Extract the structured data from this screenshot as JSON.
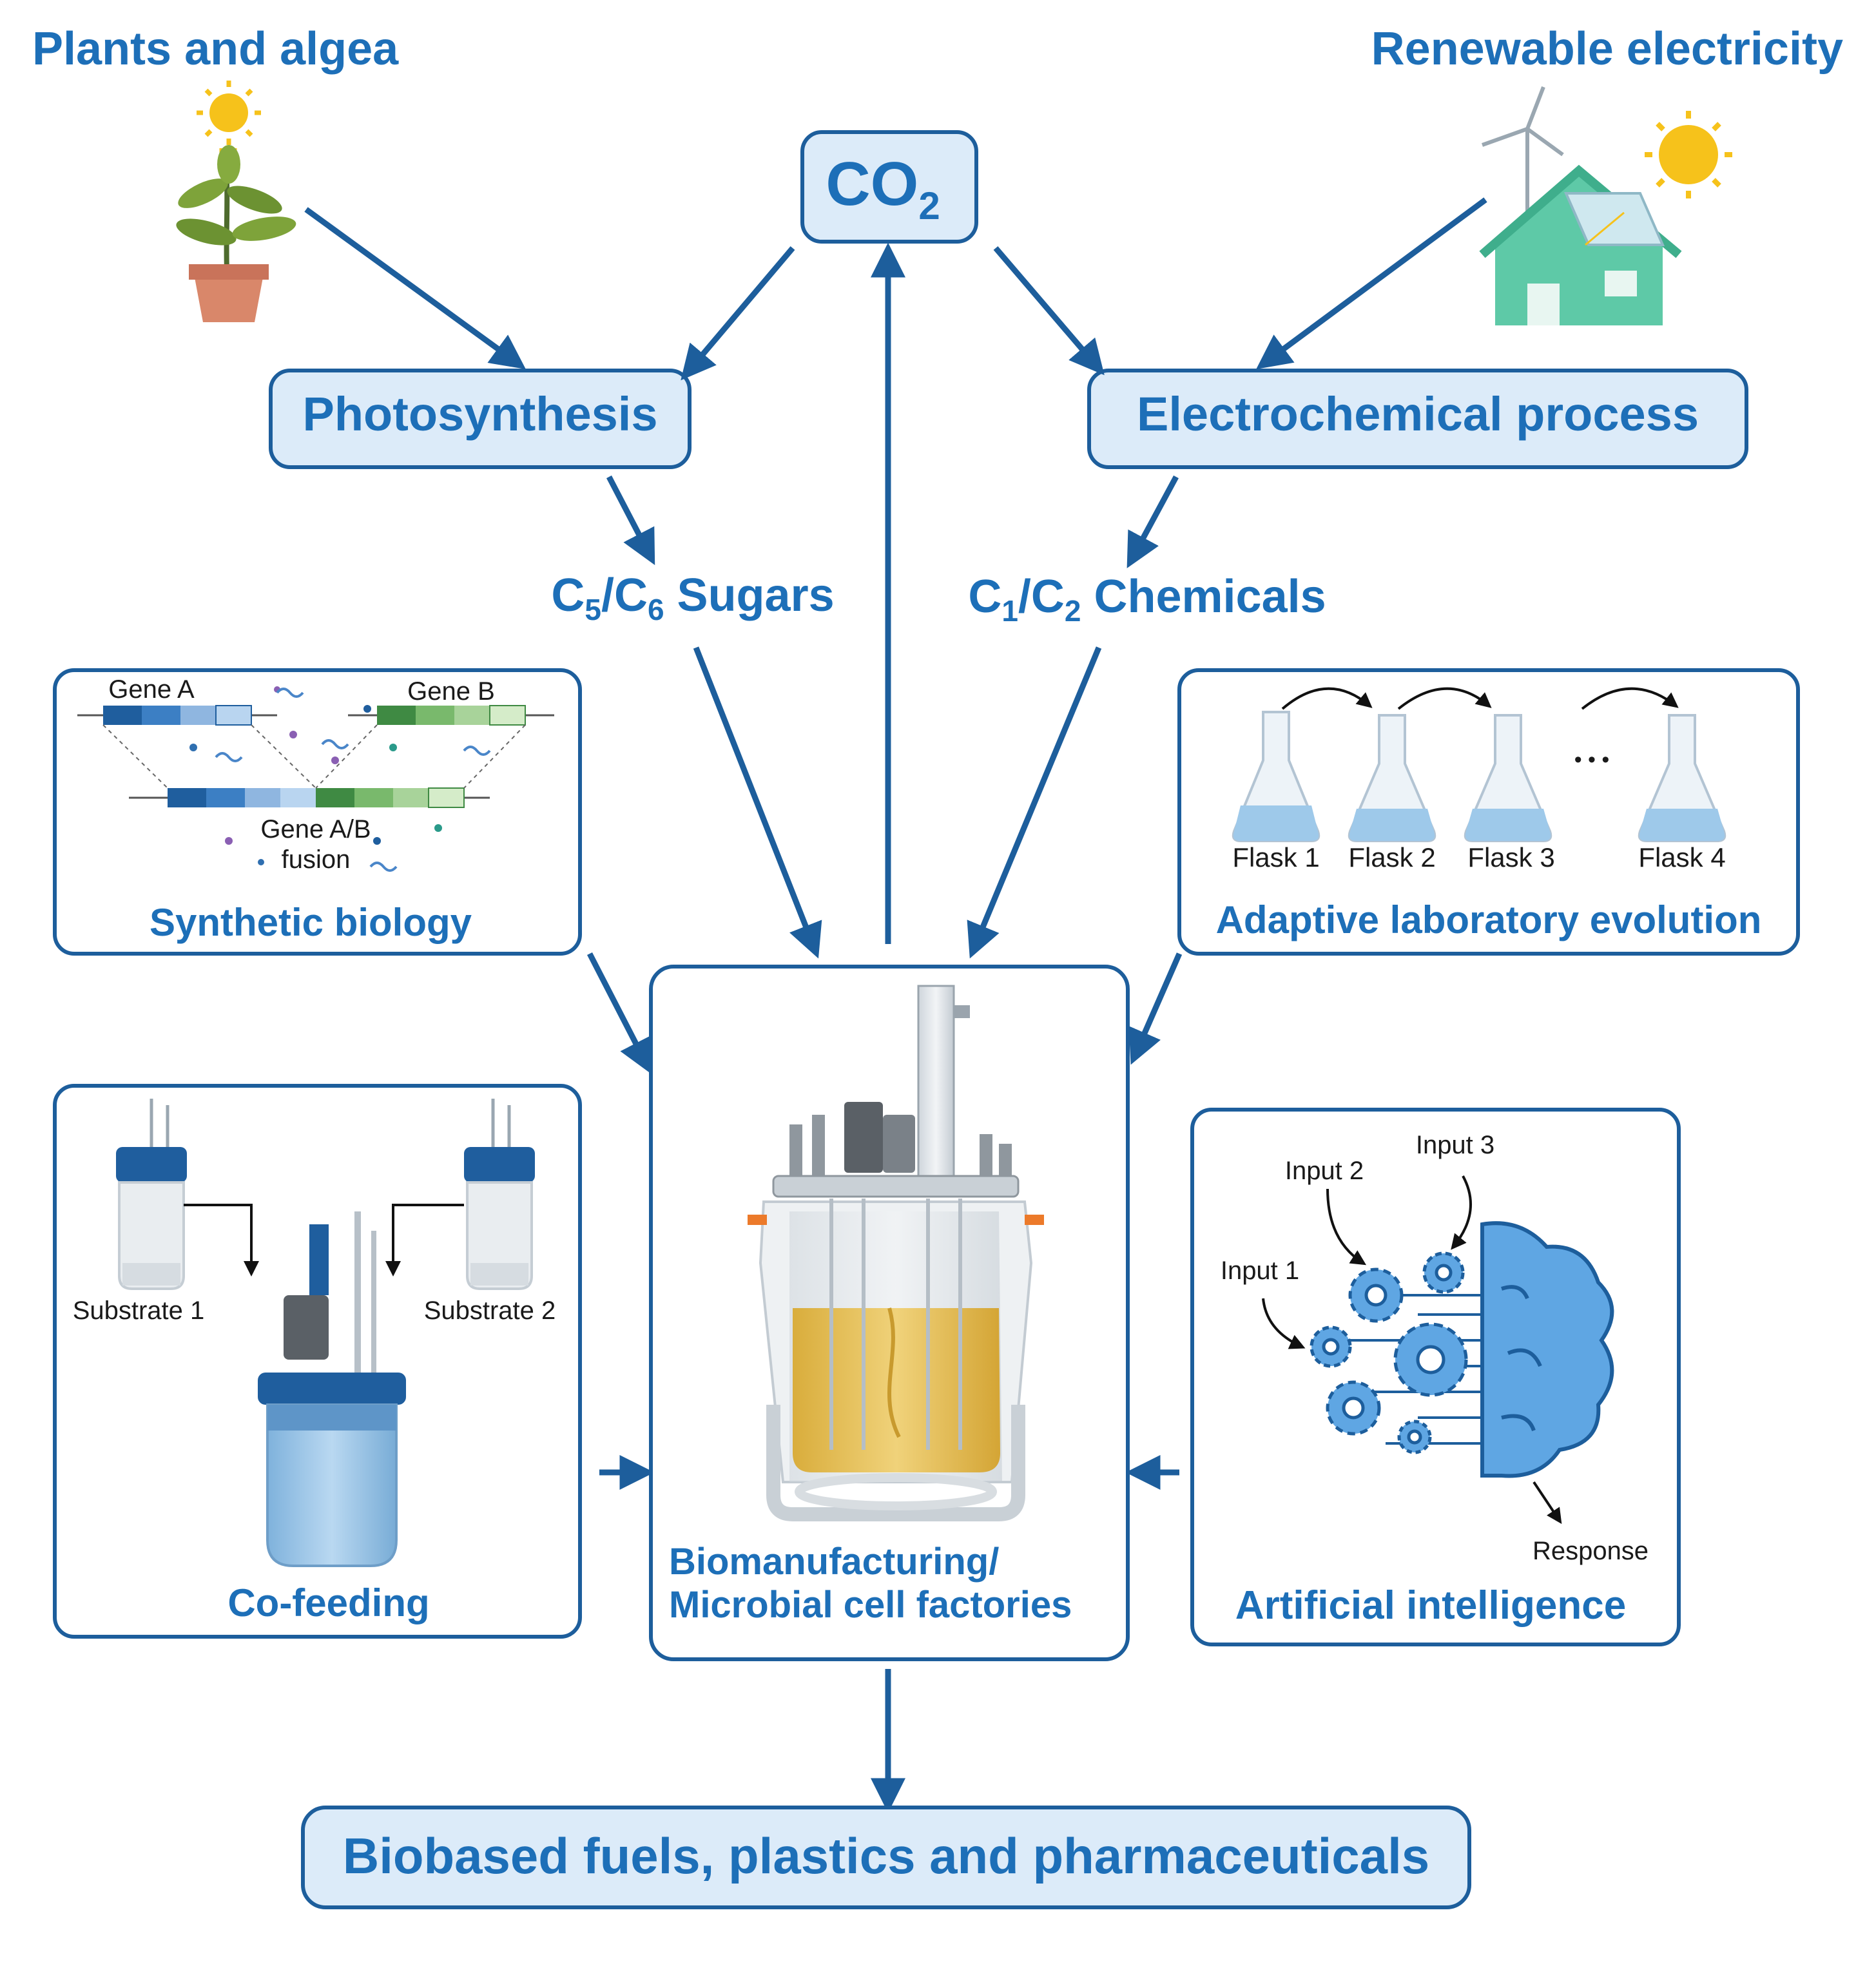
{
  "title_left": "Plants and algea",
  "title_right": "Renewable electricity",
  "co2": {
    "main": "CO",
    "sub": "2"
  },
  "photosynthesis": "Photosynthesis",
  "electrochemical": "Electrochemical process",
  "sugars": {
    "c": "C",
    "s1": "5",
    "sep": "/C",
    "s2": "6",
    "rest": " Sugars"
  },
  "chemicals": {
    "c": "C",
    "s1": "1",
    "sep": "/C",
    "s2": "2",
    "rest": " Chemicals"
  },
  "synbio": {
    "title": "Synthetic biology",
    "gene_a": "Gene A",
    "gene_b": "Gene B",
    "fusion_line1": "Gene A/B",
    "fusion_line2": "fusion"
  },
  "ale": {
    "title": "Adaptive laboratory evolution",
    "flasks": [
      "Flask 1",
      "Flask 2",
      "Flask 3",
      "Flask 4"
    ],
    "ellipsis": "• • •"
  },
  "cofeeding": {
    "title": "Co-feeding",
    "substrate1": "Substrate 1",
    "substrate2": "Substrate 2"
  },
  "center": {
    "line1": "Biomanufacturing/",
    "line2": "Microbial cell factories"
  },
  "ai": {
    "title": "Artificial intelligence",
    "input1": "Input 1",
    "input2": "Input 2",
    "input3": "Input 3",
    "response": "Response"
  },
  "output": "Biobased fuels, plastics and pharmaceuticals",
  "colors": {
    "box_fill": "#dcebf9",
    "box_stroke": "#1d5e9c",
    "text_blue": "#1d6fb8",
    "arrow": "#1d5e9c",
    "flask_liquid": "#9ec9ea",
    "house": "#5ec9a7",
    "sun": "#f6c21b",
    "broth": "#e8c25a"
  }
}
